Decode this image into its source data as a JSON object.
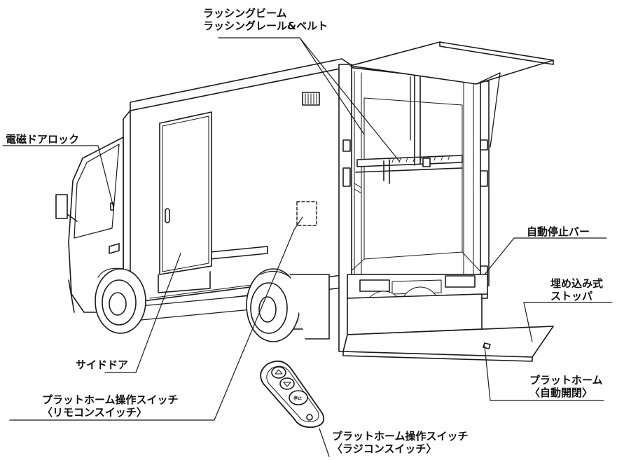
{
  "labels": {
    "lashing": {
      "line1": "ラッシングビーム",
      "line2": "ラッシングレール&ベルト"
    },
    "door_lock": "電磁ドアロック",
    "stop_bar": "自動停止バー",
    "stopper": {
      "line1": "埋め込み式",
      "line2": "ストッパ"
    },
    "side_door": "サイドドア",
    "platform": {
      "line1": "プラットホーム",
      "line2": "〈自動開閉〉"
    },
    "remote_switch": {
      "line1": "プラットホーム操作スイッチ",
      "line2": "〈リモコンスイッチ〉"
    },
    "radio_switch": {
      "line1": "プラットホーム操作スイッチ",
      "line2": "〈ラジコンスイッチ〉"
    }
  },
  "remote_buttons": {
    "stop": "停止"
  },
  "colors": {
    "line": "#1a1a1a",
    "background": "#ffffff",
    "shade": "#e6e6e6"
  }
}
